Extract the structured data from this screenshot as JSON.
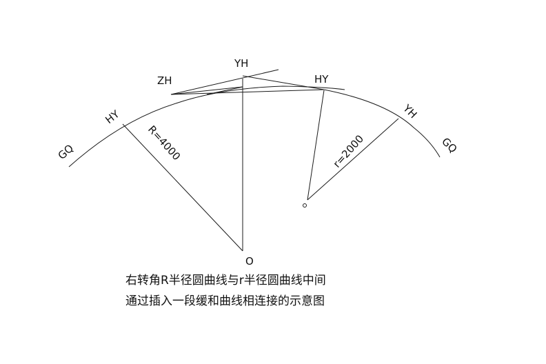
{
  "labels": {
    "gq_left": "GQ",
    "hy_left": "HY",
    "zh": "ZH",
    "yh_top": "YH",
    "hy_right": "HY",
    "yh_right": "YH",
    "gq_right": "GQ",
    "radius_big": "R=4000",
    "radius_small": "r=2000",
    "center_big": "O",
    "center_small": "o"
  },
  "caption": {
    "line1": "右转角R半径圆曲线与r半径圆曲线中间",
    "line2": "通过插入一段缓和曲线相连接的示意图"
  }
}
